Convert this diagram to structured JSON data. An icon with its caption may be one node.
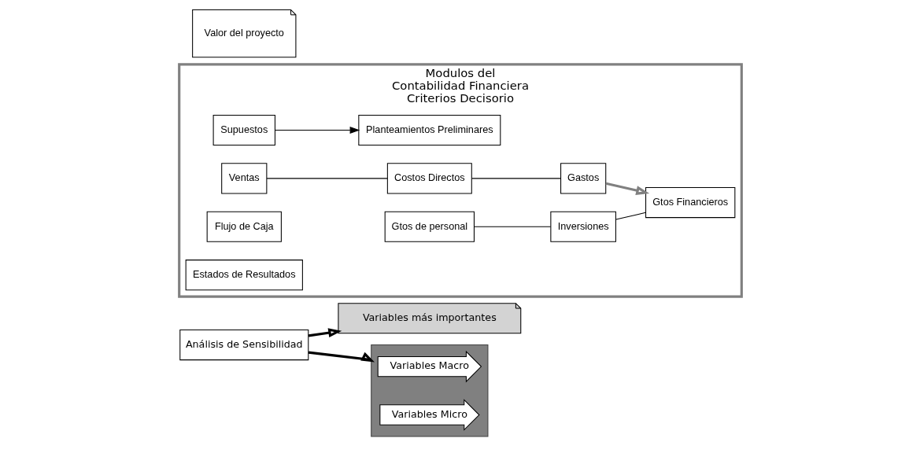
{
  "diagram": {
    "nodes": [
      {
        "text": [
          "Análisis de Sensibilidad"
        ]
      },
      {
        "text": [
          "Variables más importantes"
        ]
      },
      {
        "text": [],
        "shape": "box"
      },
      {
        "text": [
          "Variables Macro"
        ],
        "in": 2
      },
      {
        "text": [
          "Variables Micro"
        ],
        "in": 2
      },
      {
        "text": [
          "Modulos del",
          "Contabilidad Financiera",
          "Criterios Decisorio"
        ]
      },
      {
        "text": [
          "Supuestos"
        ],
        "in": 5
      },
      {
        "text": [
          "Planteamientos Preliminares"
        ],
        "in": 5
      },
      {
        "text": [
          "Ventas"
        ],
        "in": 5
      },
      {
        "text": [
          "Costos Directos"
        ],
        "in": 5
      },
      {
        "text": [
          "Gastos"
        ],
        "in": 5
      },
      {
        "text": [
          "Gtos de personal"
        ],
        "in": 5
      },
      {
        "text": [
          "Inversiones"
        ],
        "in": 5
      },
      {
        "text": [
          "Gtos Financieros"
        ],
        "in": 5
      },
      {
        "text": [
          "Flujo de Caja"
        ],
        "in": 5
      },
      {
        "text": [
          "Estados de Resultados"
        ],
        "in": 5
      },
      {
        "text": [
          "Valor del proyecto"
        ]
      }
    ],
    "edges": [
      {
        "from": 0,
        "to": 1,
        "arrow": "to",
        "style": "thick"
      },
      {
        "from": 0,
        "to": 2,
        "arrow": "to",
        "style": "thick"
      },
      {
        "from": 6,
        "to": 7,
        "arrow": "to"
      },
      {
        "from": 8,
        "to": 9,
        "arrow": "none"
      },
      {
        "from": 9,
        "to": 10,
        "arrow": "none"
      },
      {
        "from": 10,
        "to": 13,
        "arrow": "to",
        "style": "thick",
        "color": "#808080"
      },
      {
        "from": 11,
        "to": 12,
        "arrow": "none"
      },
      {
        "from": 12,
        "to": 13,
        "arrow": "none"
      }
    ]
  }
}
